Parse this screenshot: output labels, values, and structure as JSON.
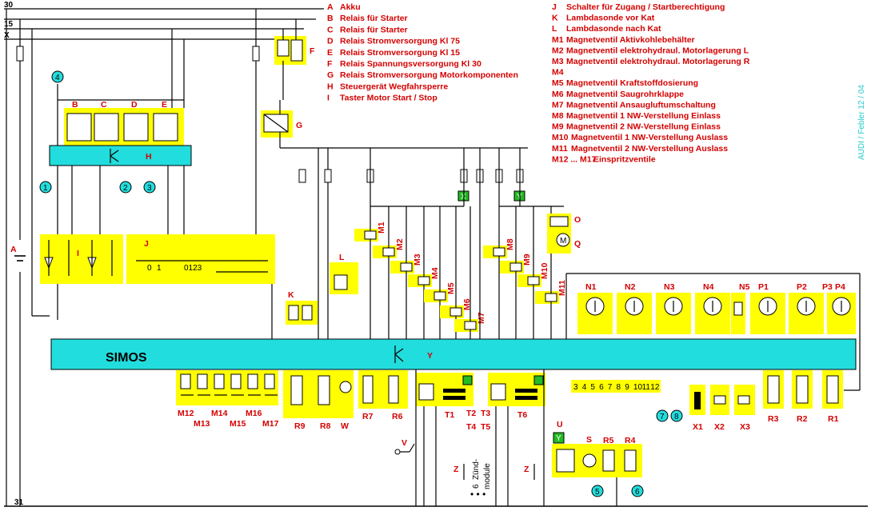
{
  "rails": {
    "r30": "30",
    "r15": "15",
    "rX": "X",
    "r31": "31"
  },
  "legend_left": [
    {
      "k": "A",
      "t": "Akku"
    },
    {
      "k": "B",
      "t": "Relais für Starter"
    },
    {
      "k": "C",
      "t": "Relais für Starter"
    },
    {
      "k": "D",
      "t": "Relais Stromversorgung Kl 75"
    },
    {
      "k": "E",
      "t": "Relais Stromversorgung Kl 15"
    },
    {
      "k": "F",
      "t": "Relais Spannungsversorgung Kl 30"
    },
    {
      "k": "G",
      "t": "Relais Stromversorgung Motorkomponenten"
    },
    {
      "k": "H",
      "t": "Steuergerät Wegfahrsperre"
    },
    {
      "k": "I",
      "t": "Taster Motor Start / Stop"
    }
  ],
  "legend_right": [
    {
      "k": "J",
      "t": "Schalter für Zugang / Startberechtigung"
    },
    {
      "k": "K",
      "t": "Lambdasonde vor Kat"
    },
    {
      "k": "L",
      "t": "Lambdasonde nach Kat"
    },
    {
      "k": "M1",
      "t": "Magnetventil Aktivkohlebehälter"
    },
    {
      "k": "M2",
      "t": "Magnetventil elektrohydraul. Motorlagerung L"
    },
    {
      "k": "M3",
      "t": "Magnetventil elektrohydraul. Motorlagerung R"
    },
    {
      "k": "M4",
      "t": ""
    },
    {
      "k": "M5",
      "t": "Magnetventil Kraftstoffdosierung"
    },
    {
      "k": "M6",
      "t": "Magnetventil Saugrohrklappe"
    },
    {
      "k": "M7",
      "t": "Magnetventil Ansaugluftumschaltung"
    },
    {
      "k": "M8",
      "t": "Magnetventil 1 NW-Verstellung Einlass"
    },
    {
      "k": "M9",
      "t": "Magnetventil 2 NW-Verstellung Einlass"
    },
    {
      "k": "M10",
      "t": "Magnetventil 1 NW-Verstellung Auslass"
    },
    {
      "k": "M11",
      "t": "Magnetventil 2 NW-Verstellung Auslass"
    },
    {
      "k": "M12 ... M17",
      "t": "Einspritzventile"
    }
  ],
  "watermark": "AUDI  /  Febler  12 / 04",
  "ecu": {
    "name": "SIMOS",
    "y": "Y"
  },
  "labels": {
    "A": "A",
    "B": "B",
    "C": "C",
    "D": "D",
    "E": "E",
    "F": "F",
    "G": "G",
    "H": "H",
    "I": "I",
    "J": "J",
    "K": "K",
    "L": "L",
    "M1": "M1",
    "M2": "M2",
    "M3": "M3",
    "M4": "M4",
    "M5": "M5",
    "M6": "M6",
    "M7": "M7",
    "M8": "M8",
    "M9": "M9",
    "M10": "M10",
    "M11": "M11",
    "M12": "M12",
    "M13": "M13",
    "M14": "M14",
    "M15": "M15",
    "M16": "M16",
    "M17": "M17",
    "N1": "N1",
    "N2": "N2",
    "N3": "N3",
    "N4": "N4",
    "N5": "N5",
    "P1": "P1",
    "P2": "P2",
    "P3": "P3",
    "P4": "P4",
    "O": "O",
    "Q": "Q",
    "R1": "R1",
    "R2": "R2",
    "R3": "R3",
    "R4": "R4",
    "R5": "R5",
    "R6": "R6",
    "R7": "R7",
    "R8": "R8",
    "R9": "R9",
    "S": "S",
    "T1": "T1",
    "T2": "T2",
    "T3": "T3",
    "T4": "T4",
    "T5": "T5",
    "T6": "T6",
    "U": "U",
    "V": "V",
    "W": "W",
    "X1": "X1",
    "X2": "X2",
    "X3": "X3",
    "Xg": "X",
    "Yg": "Y",
    "Yu": "Y",
    "Z1": "Z",
    "Z2": "Z"
  },
  "connectors": [
    "3",
    "4",
    "5",
    "6",
    "7",
    "8",
    "9",
    "10",
    "11",
    "12"
  ],
  "circles": {
    "c1": "1",
    "c2": "2",
    "c3": "3",
    "c4": "4",
    "c5": "5",
    "c6": "6",
    "c7": "7",
    "c8": "8"
  },
  "j_switch": {
    "p0": "0",
    "p1": "1",
    "seq": "0123"
  },
  "zuend": {
    "count": "6",
    "word1": "Zünd-",
    "word2": "module",
    "dots": "• • •"
  }
}
